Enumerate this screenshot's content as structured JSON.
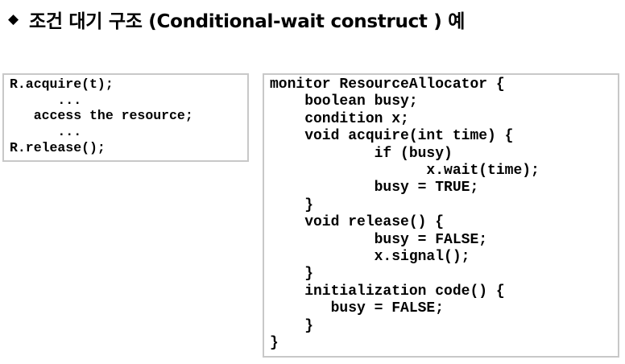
{
  "title": {
    "bullet": "◆",
    "text": "조건 대기 구조 (Conditional-wait construct ) 예"
  },
  "usage_code": [
    "R.acquire(t);",
    "      ...",
    "   access the resource;",
    "      ...",
    "R.release();"
  ],
  "monitor_code": [
    "monitor ResourceAllocator {",
    "    boolean busy;",
    "    condition x;",
    "    void acquire(int time) {",
    "            if (busy)",
    "                  x.wait(time);",
    "            busy = TRUE;",
    "    }",
    "    void release() {",
    "            busy = FALSE;",
    "            x.signal();",
    "    }",
    "    initialization code() {",
    "       busy = FALSE;",
    "    }",
    "}"
  ]
}
